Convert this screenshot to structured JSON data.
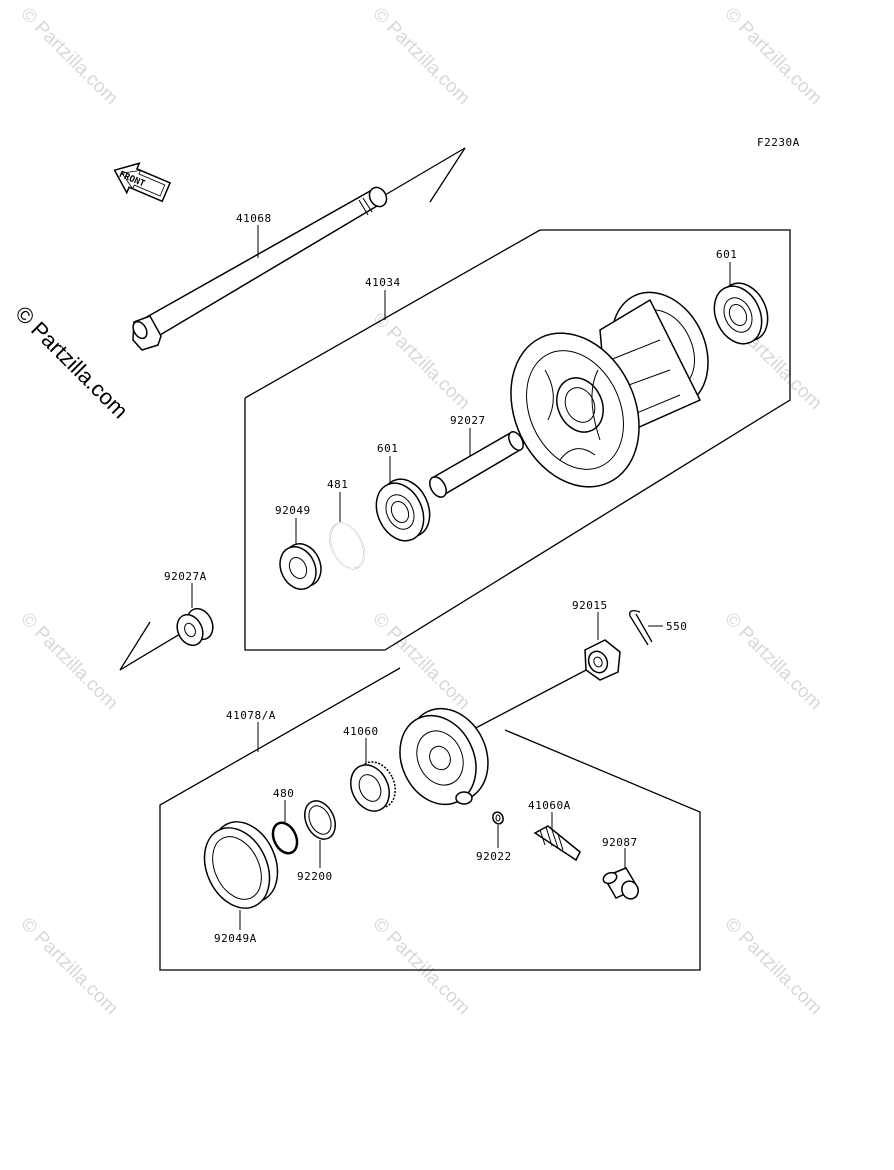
{
  "figure_code": "F2230A",
  "front_arrow_label": "FRONT",
  "watermark_side": "© Partzilla.com",
  "watermark_tile": "© Partzilla.com",
  "labels": {
    "p41068": "41068",
    "p41034": "41034",
    "p601_top": "601",
    "p92027": "92027",
    "p601_mid": "601",
    "p481": "481",
    "p92049": "92049",
    "p92027A": "92027A",
    "p92015": "92015",
    "p550": "550",
    "p41078A": "41078/A",
    "p41060": "41060",
    "p480": "480",
    "p92200": "92200",
    "p92049A": "92049A",
    "p41060A": "41060A",
    "p92022": "92022",
    "p92087": "92087"
  }
}
